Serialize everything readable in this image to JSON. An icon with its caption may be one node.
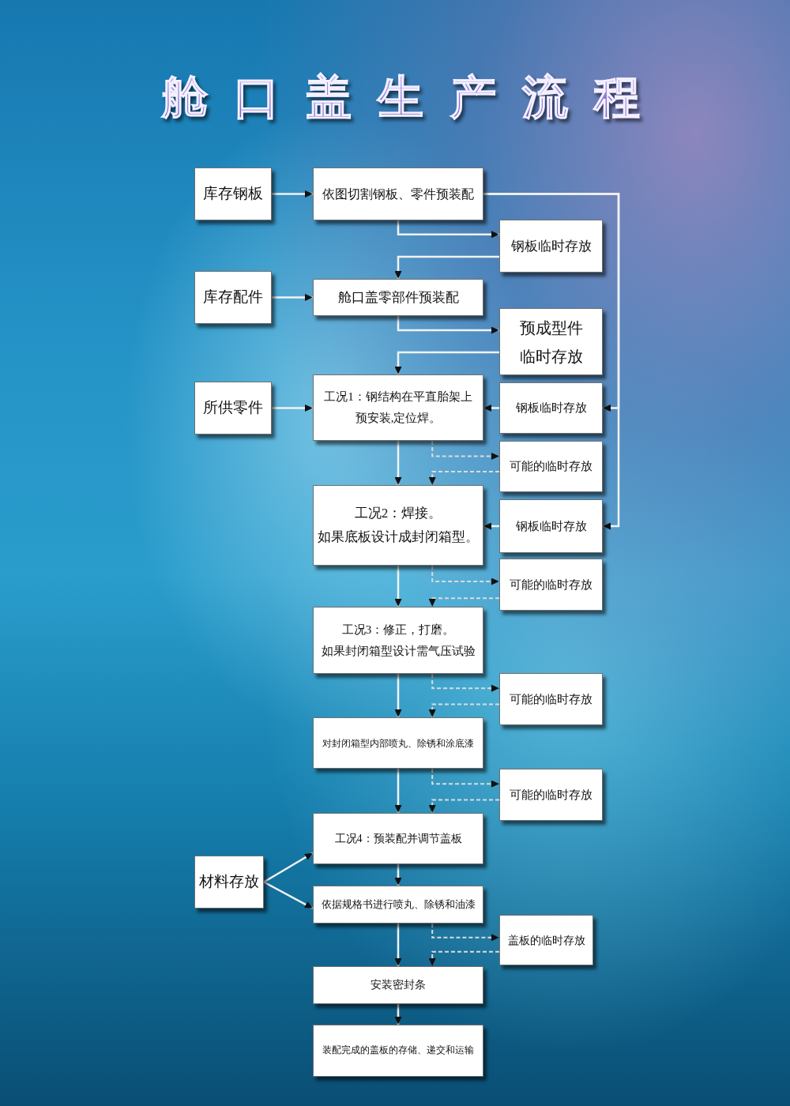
{
  "diagram": {
    "title": "舱口盖生产流程",
    "nodes": [
      {
        "text": [
          "库存钢板"
        ]
      },
      {
        "text": [
          "依图切割钢板、零件预装配"
        ]
      },
      {
        "text": [
          "钢板临时存放"
        ]
      },
      {
        "text": [
          "库存配件"
        ]
      },
      {
        "text": [
          "舱口盖零部件预装配"
        ]
      },
      {
        "text": [
          "预成型件临时存放"
        ]
      },
      {
        "text": [
          "所供零件"
        ]
      },
      {
        "text": [
          "工况1：钢结构在平直胎架上预安装,定位焊。"
        ]
      },
      {
        "text": [
          "钢板临时存放"
        ]
      },
      {
        "text": [
          "可能的临时存放"
        ]
      },
      {
        "text": [
          "工况2：焊接。",
          "如果底板设计成封闭箱型。"
        ]
      },
      {
        "text": [
          "钢板临时存放"
        ]
      },
      {
        "text": [
          "可能的临时存放"
        ]
      },
      {
        "text": [
          "工况3：修正，打磨。",
          "如果封闭箱型设计需气压试验"
        ]
      },
      {
        "text": [
          "可能的临时存放"
        ]
      },
      {
        "text": [
          "对封闭箱型内部喷丸、除锈和涂底漆"
        ]
      },
      {
        "text": [
          "可能的临时存放"
        ]
      },
      {
        "text": [
          "材料存放"
        ]
      },
      {
        "text": [
          "工况4：预装配并调节盖板"
        ]
      },
      {
        "text": [
          "依据规格书进行喷丸、除锈和油漆"
        ]
      },
      {
        "text": [
          "盖板的临时存放"
        ]
      },
      {
        "text": [
          "安装密封条"
        ]
      },
      {
        "text": [
          "装配完成的盖板的存储、递交和运输"
        ]
      }
    ],
    "edges": [
      {
        "from": 0,
        "to": 1,
        "arrow": "to"
      },
      {
        "from": 1,
        "to": 2,
        "arrow": "to"
      },
      {
        "from": 2,
        "to": 4,
        "arrow": "to"
      },
      {
        "from": 3,
        "to": 4,
        "arrow": "to"
      },
      {
        "from": 4,
        "to": 5,
        "arrow": "to"
      },
      {
        "from": 5,
        "to": 7,
        "arrow": "to"
      },
      {
        "from": 6,
        "to": 7,
        "arrow": "to"
      },
      {
        "from": 1,
        "to": 8,
        "arrow": "to"
      },
      {
        "from": 1,
        "to": 11,
        "arrow": "to"
      },
      {
        "from": 8,
        "to": 7,
        "arrow": "to"
      },
      {
        "from": 7,
        "to": 9,
        "arrow": "to",
        "style": "dashed"
      },
      {
        "from": 9,
        "to": 10,
        "arrow": "to",
        "style": "dashed"
      },
      {
        "from": 7,
        "to": 10,
        "arrow": "to"
      },
      {
        "from": 11,
        "to": 10,
        "arrow": "to"
      },
      {
        "from": 10,
        "to": 12,
        "arrow": "to",
        "style": "dashed"
      },
      {
        "from": 12,
        "to": 13,
        "arrow": "to",
        "style": "dashed"
      },
      {
        "from": 10,
        "to": 13,
        "arrow": "to"
      },
      {
        "from": 13,
        "to": 14,
        "arrow": "to",
        "style": "dashed"
      },
      {
        "from": 14,
        "to": 15,
        "arrow": "to",
        "style": "dashed"
      },
      {
        "from": 13,
        "to": 15,
        "arrow": "to"
      },
      {
        "from": 15,
        "to": 16,
        "arrow": "to",
        "style": "dashed"
      },
      {
        "from": 16,
        "to": 18,
        "arrow": "to",
        "style": "dashed"
      },
      {
        "from": 15,
        "to": 18,
        "arrow": "to"
      },
      {
        "from": 17,
        "to": 18,
        "arrow": "to"
      },
      {
        "from": 17,
        "to": 19,
        "arrow": "to"
      },
      {
        "from": 18,
        "to": 19,
        "arrow": "to"
      },
      {
        "from": 19,
        "to": 20,
        "arrow": "to",
        "style": "dashed"
      },
      {
        "from": 20,
        "to": 21,
        "arrow": "to",
        "style": "dashed"
      },
      {
        "from": 19,
        "to": 21,
        "arrow": "to"
      },
      {
        "from": 21,
        "to": 22,
        "arrow": "to"
      }
    ]
  }
}
